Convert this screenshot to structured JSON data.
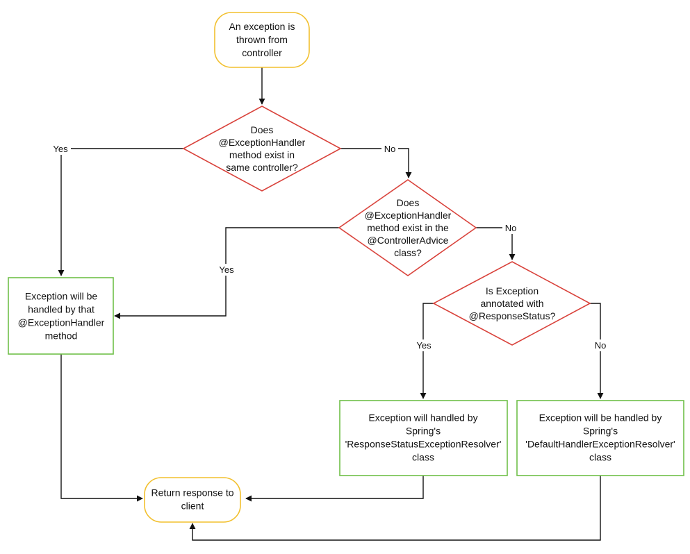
{
  "colors": {
    "terminal": "#f2c02e",
    "decision": "#d9423b",
    "process": "#6fbf49",
    "edge": "#111111",
    "text": "#111111"
  },
  "nodes": {
    "start": [
      "An exception is",
      "thrown from",
      "controller"
    ],
    "decision_same_controller": [
      "Does",
      "@ExceptionHandler",
      "method exist in",
      "same controller?"
    ],
    "decision_controller_advice": [
      "Does",
      "@ExceptionHandler",
      "method exist in the",
      "@ControllerAdvice",
      "class?"
    ],
    "decision_response_status": [
      "Is Exception",
      "annotated with",
      "@ResponseStatus?"
    ],
    "handled_by_handler": [
      "Exception will be",
      "handled by that",
      "@ExceptionHandler",
      "method"
    ],
    "handled_by_response_status_resolver": [
      "Exception will handled by",
      "Spring's",
      "'ResponseStatusExceptionResolver'",
      "class"
    ],
    "handled_by_default_resolver": [
      "Exception will be handled by",
      "Spring's",
      "'DefaultHandlerExceptionResolver'",
      "class"
    ],
    "end": [
      "Return response to",
      "client"
    ]
  },
  "edge_labels": {
    "same_yes": "Yes",
    "same_no": "No",
    "advice_yes": "Yes",
    "advice_no": "No",
    "status_yes": "Yes",
    "status_no": "No"
  }
}
